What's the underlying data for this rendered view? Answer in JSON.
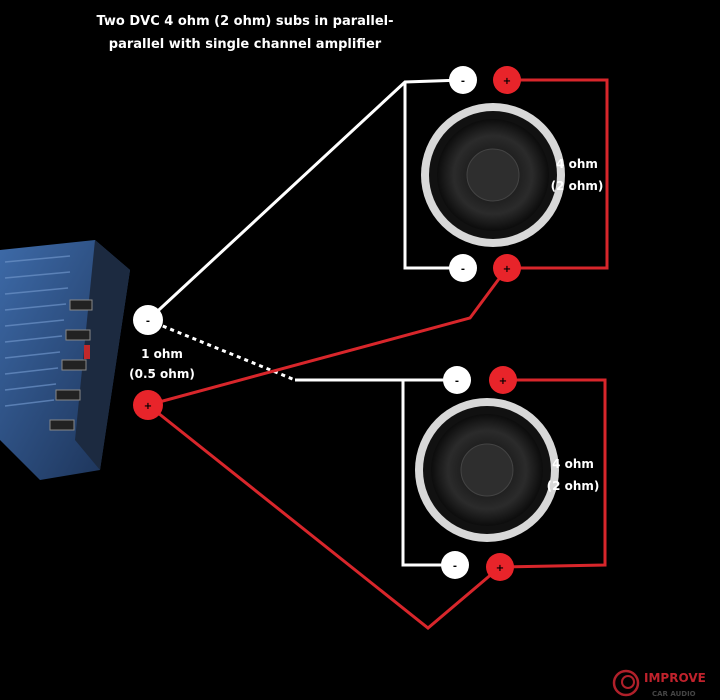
{
  "title": {
    "line1": "Two DVC 4 ohm (2 ohm) subs in parallel-",
    "line2": "parallel with single channel amplifier"
  },
  "amplifier": {
    "negative_label": "-",
    "positive_label": "+",
    "impedance": "1 ohm",
    "impedance_alt": "(0.5 ohm)"
  },
  "subwoofers": [
    {
      "impedance": "4 ohm",
      "impedance_alt": "(2 ohm)",
      "neg": "-",
      "pos": "+"
    },
    {
      "impedance": "4 ohm",
      "impedance_alt": "(2 ohm)",
      "neg": "-",
      "pos": "+"
    }
  ],
  "logo": {
    "brand": "IMPROVE",
    "sub": "CAR AUDIO"
  },
  "colors": {
    "positive": "#e8242a",
    "negative": "#ffffff",
    "amp": "#2a4a78",
    "background": "#000000"
  }
}
